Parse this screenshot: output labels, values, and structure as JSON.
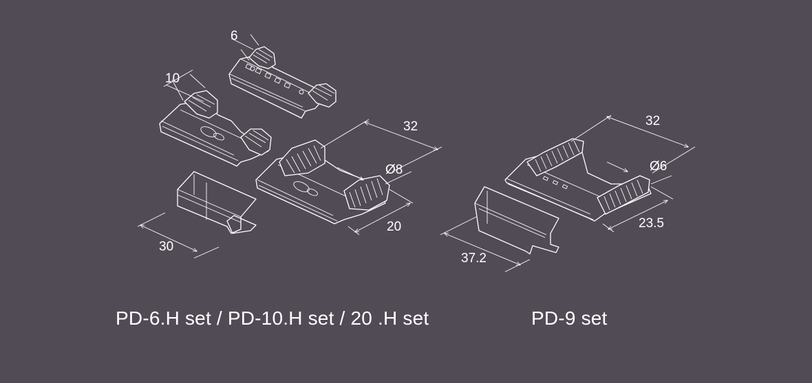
{
  "captions": {
    "left": "PD-6.H set / PD-10.H set / 20 .H set",
    "right": "PD-9 set"
  },
  "dimensions": {
    "pd6_width": "6",
    "pd10_width": "10",
    "pd20_length": "32",
    "pd20_diameter": "Ø8",
    "pd20_height": "20",
    "connector_length": "30",
    "pd9_length": "32",
    "pd9_diameter": "Ø6",
    "pd9_height": "23.5",
    "pd9_connector_length": "37.2"
  },
  "colors": {
    "background": "#514b56",
    "line": "#ffffff"
  }
}
